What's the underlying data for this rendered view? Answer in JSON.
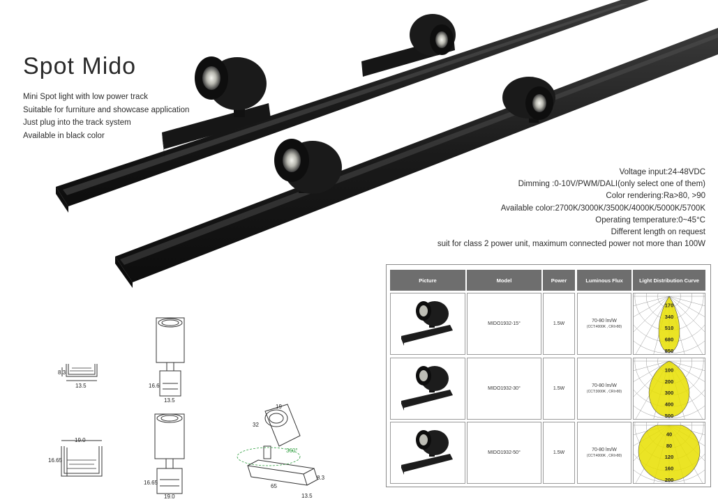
{
  "title": "Spot Mido",
  "intro": [
    "Mini Spot light with low power track",
    "Suitable for furniture and showcase application",
    "Just plug into the track system",
    "Available in black color"
  ],
  "specs": [
    "Voltage input:24-48VDC",
    "Dimming :0-10V/PWM/DALI(only select one of them)",
    "Color rendering:Ra>80, >90",
    "Available color:2700K/3000K/3500K/4000K/5000K/5700K",
    "Operating temperature:0~45°C",
    "Different length on request",
    "suit for class 2 power unit, maximum connected power not more than 100W"
  ],
  "colors": {
    "product_black": "#1c1c1c",
    "header_gray": "#6e6e6e",
    "beam_yellow": "#e8e000",
    "dim_green": "#2e9e3e"
  },
  "table": {
    "headers": [
      "Picture",
      "Model",
      "Power",
      "Luminous Flux",
      "Light Distribution Curve"
    ],
    "rows": [
      {
        "model": "MIDO1932-15°",
        "power": "1.5W",
        "flux": "70-80 lm/W",
        "flux_note": "(CCT:4000K , CRI>80)",
        "curve_labels": [
          "170",
          "340",
          "510",
          "680",
          "850"
        ],
        "beam_angle": 15
      },
      {
        "model": "MIDO1932-30°",
        "power": "1.5W",
        "flux": "70-80 lm/W",
        "flux_note": "(CCT:3000K , CRI>80)",
        "curve_labels": [
          "100",
          "200",
          "300",
          "400",
          "500"
        ],
        "beam_angle": 30
      },
      {
        "model": "MIDO1932-50°",
        "power": "1.5W",
        "flux": "70-80 lm/W",
        "flux_note": "(CCT:4000K , CRI>80)",
        "curve_labels": [
          "40",
          "80",
          "120",
          "160",
          "200"
        ],
        "beam_angle": 50
      }
    ]
  },
  "dimensions": {
    "small_track": {
      "height": "8.3",
      "width": "13.5"
    },
    "large_track": {
      "height": "16.65",
      "width": "19.0"
    },
    "side_small": {
      "height": "16.6",
      "width": "13.5"
    },
    "side_large": {
      "height": "16.65",
      "width": "19.0"
    },
    "iso": {
      "diameter": "19",
      "length": "32",
      "rotation": "360°",
      "base_length": "65",
      "base_height": "8.3",
      "base_width": "13.5"
    }
  }
}
